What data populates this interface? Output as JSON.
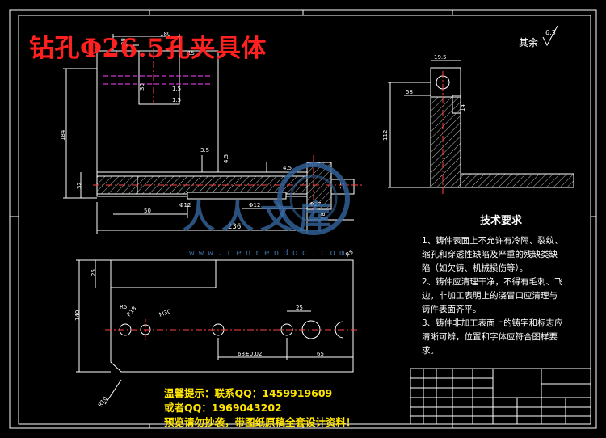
{
  "title": "钻孔Φ26.5孔夹具体",
  "surface_note": "其余",
  "roughness_value": "6.3",
  "tech_requirements": {
    "heading": "技术要求",
    "lines": [
      "1、铸件表面上不允许有冷隔、裂纹、",
      "缩孔和穿透性缺陷及严重的残缺类缺",
      "陷（如欠铸、机械损伤等）。",
      "2、铸件应清理干净，不得有毛刺、飞",
      "边，非加工表明上的浇冒口应清理与",
      "铸件表面齐平。",
      "3、铸件非加工表面上的铸字和标志应",
      "清晰可辨，位置和字体应符合图样要",
      "求。"
    ]
  },
  "dimensions": {
    "top_view": [
      "180",
      "38",
      "15",
      "30",
      "1.5",
      "1.5",
      "184",
      "32",
      "50",
      "4.5",
      "Φ12",
      "Φ12",
      "Φ57",
      "Φ27",
      "38",
      "17",
      "236",
      "4.5",
      "3.5"
    ],
    "right_view": [
      "19.5",
      "58",
      "14",
      "112"
    ],
    "bottom_view": [
      "25",
      "140",
      "R5",
      "R18",
      "M30",
      "R5",
      "R10",
      "68±0.02",
      "65",
      "25"
    ]
  },
  "watermark": {
    "brand_text": "人人文库",
    "url_text": "www.renrendoc.com"
  },
  "promo": {
    "line1": "温馨提示：联系QQ：1459919609",
    "line2": "或者QQ：1969043202",
    "line3": "预览请勿抄袭，带图纸原稿全套设计资料！"
  }
}
